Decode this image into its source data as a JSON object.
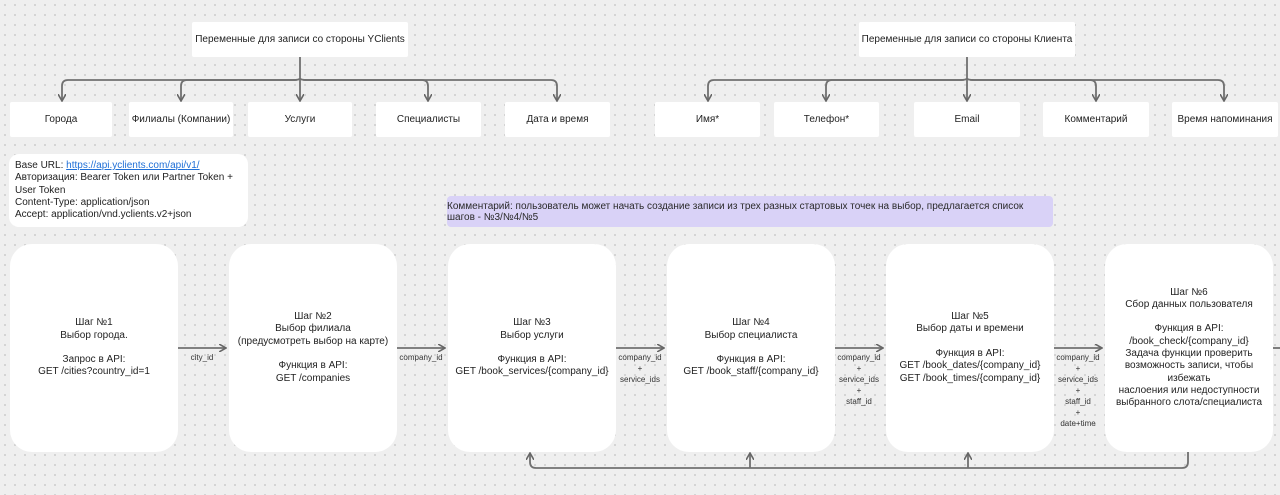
{
  "headers": {
    "yclients": "Переменные для записи со стороны YClients",
    "client": "Переменные для записи со стороны Клиента"
  },
  "variables": {
    "yclients": [
      "Города",
      "Филиалы (Компании)",
      "Услуги",
      "Специалисты",
      "Дата и время"
    ],
    "client": [
      "Имя*",
      "Телефон*",
      "Email",
      "Комментарий",
      "Время напоминания"
    ]
  },
  "info": {
    "base_url_label": "Base URL: ",
    "base_url": "https://api.yclients.com/api/v1/",
    "auth": "Авторизация: Bearer Token или Partner Token + User Token",
    "content_type": "Content-Type: application/json",
    "accept": "Accept: application/vnd.yclients.v2+json"
  },
  "comment": "Комментарий: пользователь может начать создание записи из трех разных стартовых точек на выбор, предлагается список шагов - №3/№4/№5",
  "steps": [
    {
      "title": "Шаг №1",
      "subtitle": "Выбор города.",
      "api_label": "Запрос в API:",
      "api": "GET /cities?country_id=1"
    },
    {
      "title": "Шаг №2",
      "subtitle": "Выбор филиала",
      "subtitle2": "(предусмотреть выбор на карте)",
      "api_label": "Функция в API:",
      "api": "GET /companies"
    },
    {
      "title": "Шаг №3",
      "subtitle": "Выбор услуги",
      "api_label": "Функция в API:",
      "api": "GET /book_services/{company_id}"
    },
    {
      "title": "Шаг №4",
      "subtitle": "Выбор специалиста",
      "api_label": "Функция в API:",
      "api": "GET /book_staff/{company_id}"
    },
    {
      "title": "Шаг №5",
      "subtitle": "Выбор даты и времени",
      "api_label": "Функция в API:",
      "api": "GET /book_dates/{company_id}",
      "api2": "GET /book_times/{company_id}"
    },
    {
      "title": "Шаг №6",
      "subtitle": "Сбор данных пользователя",
      "api_label": "Функция в API:",
      "api": "/book_check/{company_id}",
      "desc": [
        "Задача функции проверить",
        "возможность записи, чтобы избежать",
        "наслоения или недоступности",
        "выбранного слота/специалиста"
      ]
    }
  ],
  "params": {
    "p1": [
      "city_id"
    ],
    "p2": [
      "company_id"
    ],
    "p3": [
      "company_id",
      "+",
      "service_ids"
    ],
    "p4": [
      "company_id",
      "+",
      "service_ids",
      "+",
      "staff_id"
    ],
    "p5": [
      "company_id",
      "+",
      "service_ids",
      "+",
      "staff_id",
      "+",
      "date+time"
    ]
  }
}
